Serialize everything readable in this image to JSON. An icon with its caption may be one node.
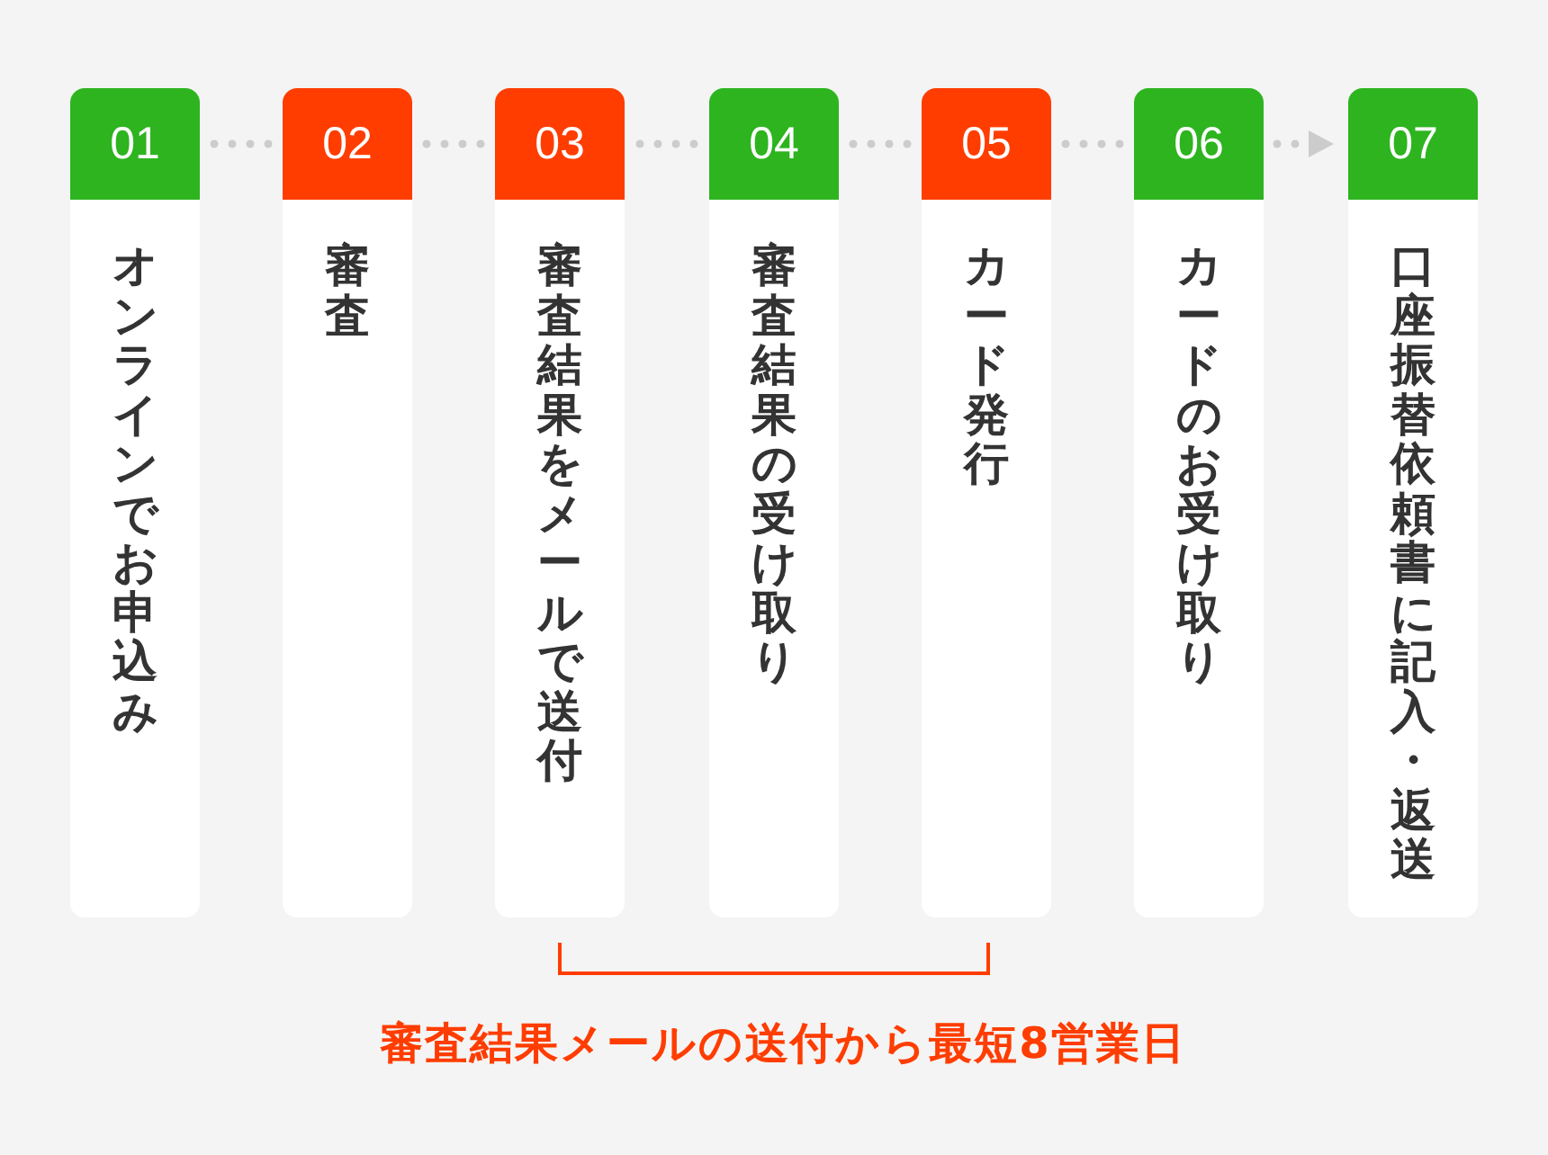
{
  "diagram": {
    "nodes": [
      {
        "text": [
          "01",
          "オンラインでお申込み"
        ]
      },
      {
        "text": [
          "02",
          "審査"
        ]
      },
      {
        "text": [
          "03",
          "審査結果をメールで送付"
        ]
      },
      {
        "text": [
          "04",
          "審査結果の受け取り"
        ]
      },
      {
        "text": [
          "05",
          "カード発行"
        ]
      },
      {
        "text": [
          "06",
          "カードのお受け取り"
        ]
      },
      {
        "text": [
          "07",
          "口座振替依頼書に記入・返送"
        ]
      }
    ],
    "edges": [
      {
        "from": 0,
        "to": 1,
        "arrow": "none"
      },
      {
        "from": 1,
        "to": 2,
        "arrow": "none"
      },
      {
        "from": 2,
        "to": 3,
        "arrow": "none"
      },
      {
        "from": 3,
        "to": 4,
        "arrow": "none"
      },
      {
        "from": 4,
        "to": 5,
        "arrow": "none"
      },
      {
        "from": 5,
        "to": 6,
        "arrow": "to"
      }
    ],
    "labels": [
      "審査結果メールの送付から最短8営業日"
    ]
  }
}
